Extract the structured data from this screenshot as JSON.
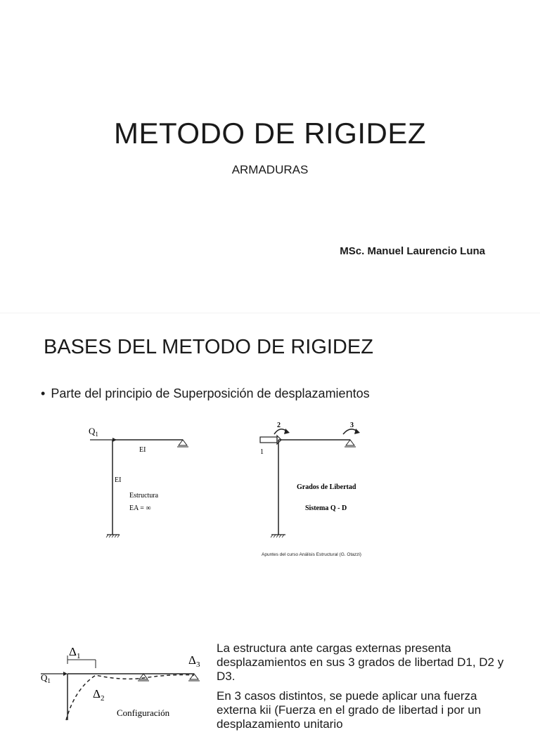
{
  "slide1": {
    "title": "METODO DE RIGIDEZ",
    "subtitle": "ARMADURAS",
    "author": "MSc. Manuel Laurencio Luna"
  },
  "slide2": {
    "title": "BASES DEL METODO DE RIGIDEZ",
    "bullet": "Parte del principio de Superposición de desplazamientos",
    "figure_left": {
      "load_label": "Q",
      "load_sub": "1",
      "beam_label": "EI",
      "column_label": "EI",
      "struct_label": "Estructura",
      "ea_label": "EA = ∞"
    },
    "figure_right": {
      "dof1": "1",
      "dof2": "2",
      "dof3": "3",
      "label1": "Grados de Libertad",
      "label2": "Sistema Q - D"
    },
    "caption": "Apuntes del curso Análisis Estructural (G. Otazzi)",
    "figure_bottom": {
      "d1": "Δ",
      "d1_sub": "1",
      "d2": "Δ",
      "d2_sub": "2",
      "d3": "Δ",
      "d3_sub": "3",
      "load": "Q",
      "load_sub": "1",
      "config": "Configuración"
    },
    "paragraphs": [
      "La estructura ante cargas externas presenta desplazamientos en sus 3 grados de libertad D1, D2 y D3.",
      "En 3 casos distintos, se puede aplicar una fuerza externa kii (Fuerza en el grado de libertad i por un desplazamiento unitario"
    ]
  }
}
